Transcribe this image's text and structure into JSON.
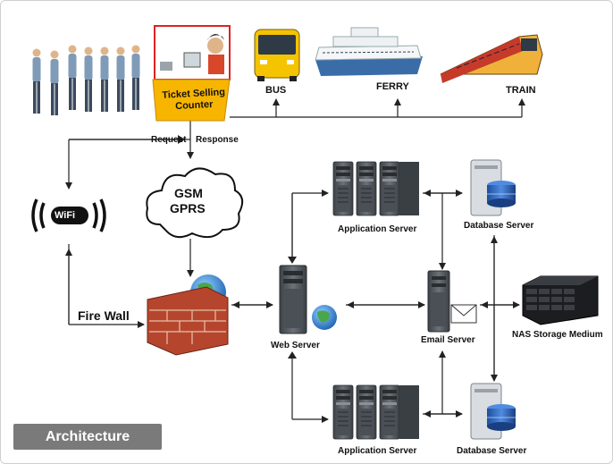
{
  "labels": {
    "ticket_counter": "Ticket Selling Counter",
    "bus": "BUS",
    "ferry": "FERRY",
    "train": "TRAIN",
    "request": "Request",
    "response": "Response",
    "gsm": "GSM",
    "gprs": "GPRS",
    "wifi": "WiFi",
    "firewall": "Fire Wall",
    "web_server": "Web Server",
    "app_server_top": "Application Server",
    "app_server_bottom": "Application Server",
    "db_server_top": "Database Server",
    "db_server_bottom": "Database Server",
    "email_server": "Email Server",
    "nas": "NAS Storage Medium"
  },
  "caption": "Architecture",
  "colors": {
    "counter_yellow": "#f7b500",
    "bus_yellow": "#f5c400",
    "server_gray": "#5a6066",
    "brick": "#b5462d",
    "caption_bg": "#7a7a7a"
  }
}
